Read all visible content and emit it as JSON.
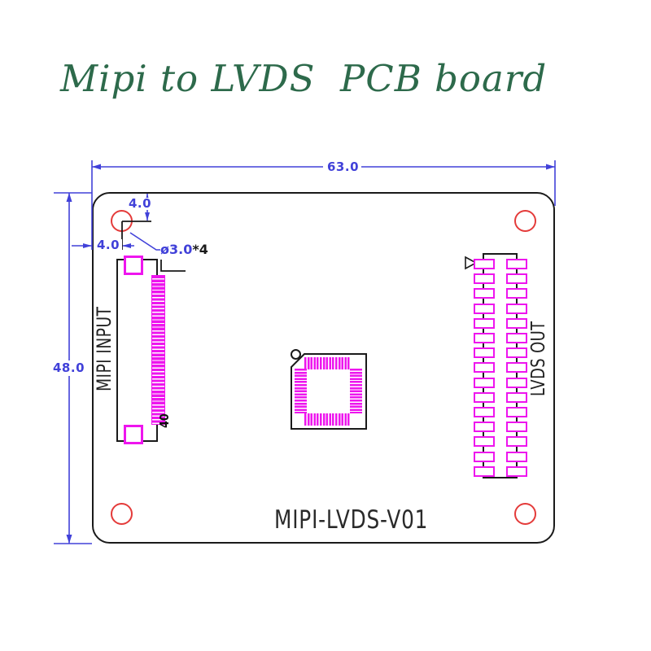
{
  "title": {
    "text": "Mipi to LVDS  PCB board"
  },
  "colors": {
    "c-title": "#2d6a4b",
    "c-dim": "#4141d9",
    "c-outline": "#1a1a1a",
    "c-hole": "#e43b3a",
    "c-pad": "#ee15ee"
  },
  "dimensions": {
    "board_width_label": "63.0",
    "board_height_label": "48.0",
    "hole_offset_top_label": "4.0",
    "hole_offset_left_label": "4.0",
    "hole_diameter_label": "ø3.0",
    "hole_count_label": "*4"
  },
  "board": {
    "name_label": "MIPI-LVDS-V01",
    "mounting_holes": 4
  },
  "connectors": {
    "mipi": {
      "label": "MIPI INPUT",
      "last_pin_label": "40",
      "pin_count": 40
    },
    "lvds": {
      "label": "LVDS OUT",
      "columns": 2,
      "pads_per_column": 15
    }
  },
  "chip": {
    "pads_per_side": 15
  }
}
